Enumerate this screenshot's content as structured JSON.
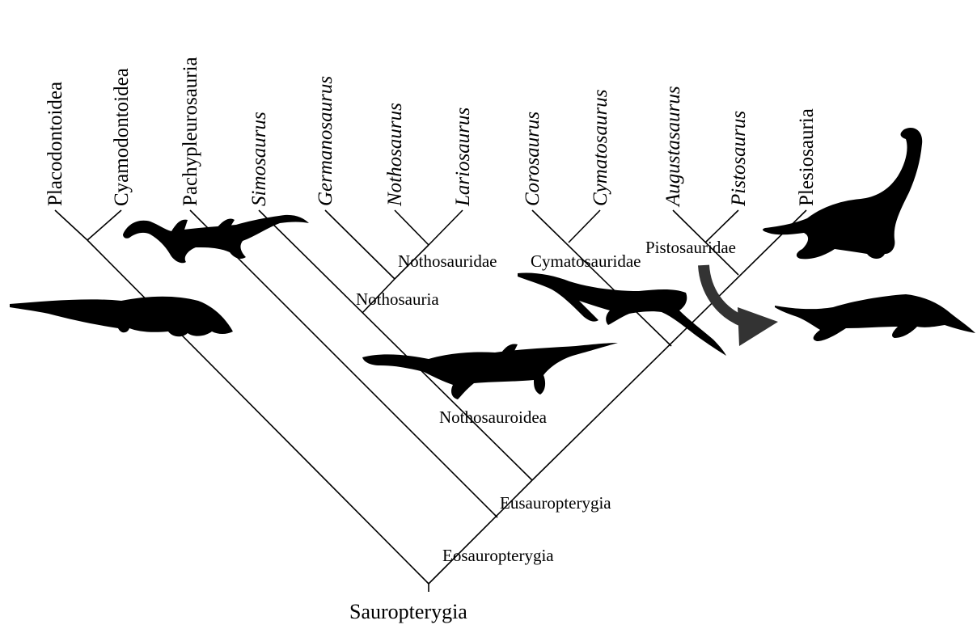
{
  "taxa": {
    "placodontoidea": {
      "label": "Placodontoidea",
      "italic": false
    },
    "cyamodontoidea": {
      "label": "Cyamodontoidea",
      "italic": false
    },
    "pachypleurosauria": {
      "label": "Pachypleurosauria",
      "italic": false
    },
    "simosaurus": {
      "label": "Simosaurus",
      "italic": true
    },
    "germanosaurus": {
      "label": "Germanosaurus",
      "italic": true
    },
    "nothosaurus": {
      "label": "Nothosaurus",
      "italic": true
    },
    "lariosaurus": {
      "label": "Lariosaurus",
      "italic": true
    },
    "corosaurus": {
      "label": "Corosaurus",
      "italic": true
    },
    "cymatosaurus": {
      "label": "Cymatosaurus",
      "italic": true
    },
    "augustasaurus": {
      "label": "Augustasaurus",
      "italic": true
    },
    "pistosaurus": {
      "label": "Pistosaurus",
      "italic": true
    },
    "plesiosauria": {
      "label": "Plesiosauria",
      "italic": false
    }
  },
  "clades": {
    "nothosauridae": "Nothosauridae",
    "cymatosauridae": "Cymatosauridae",
    "pistosauridae": "Pistosauridae",
    "nothosauria": "Nothosauria",
    "nothosauroidea": "Nothosauroidea",
    "eusauropterygia": "Eusauropterygia",
    "eosauropterygia": "Eosauropterygia",
    "sauropterygia": "Sauropterygia"
  },
  "colors": {
    "ink": "#000000",
    "arrow": "#333333",
    "background": "#ffffff"
  },
  "silhouettes": [
    "placodont",
    "pachypleurosaur",
    "nothosaur",
    "cymatosaur",
    "pistosaur",
    "plesiosaur"
  ]
}
